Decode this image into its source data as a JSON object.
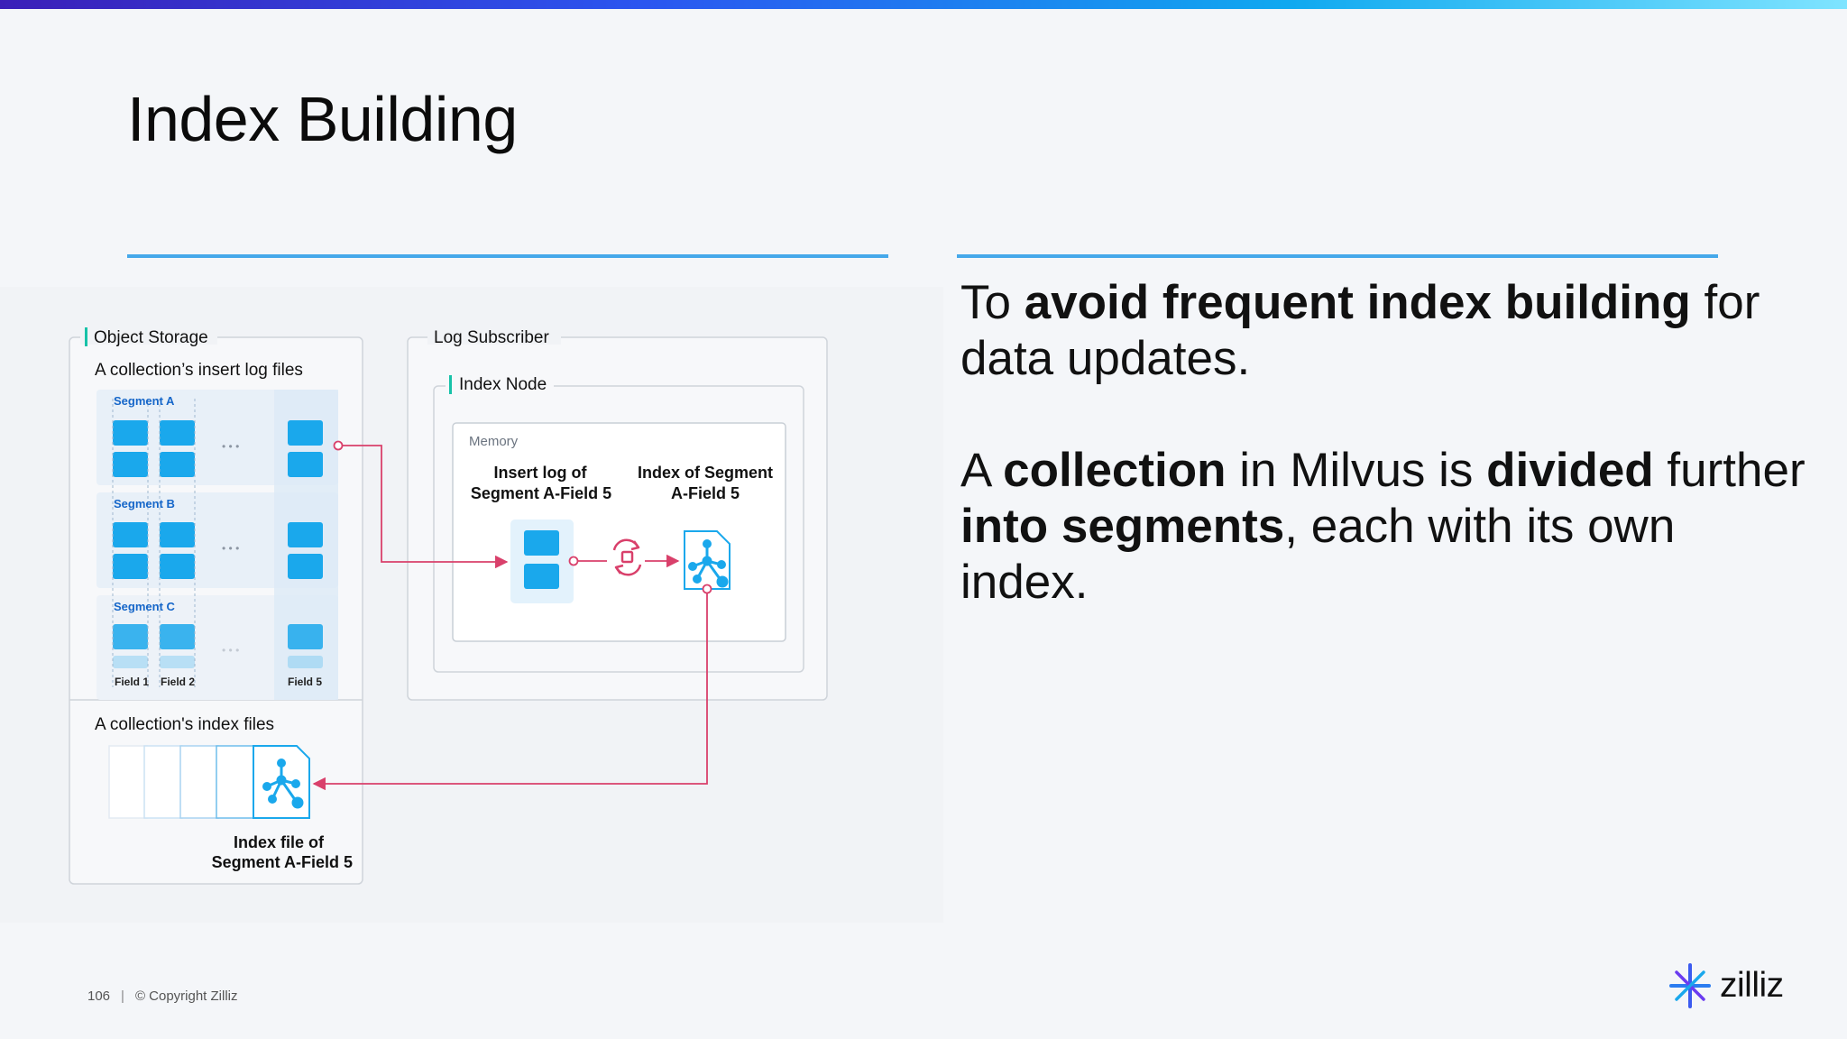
{
  "slide": {
    "title": "Index Building",
    "page_number": "106",
    "copyright": "© Copyright Zilliz",
    "brand": "zilliz"
  },
  "right_text": {
    "p1": {
      "a": "To ",
      "b": "avoid frequent index building",
      "c": " for data updates."
    },
    "p2": {
      "a": "A ",
      "b": "collection",
      "c": " in Milvus is ",
      "d": "divided",
      "e": " further ",
      "f": "into segments",
      "g": ", each with its own index."
    }
  },
  "diagram": {
    "object_storage": "Object Storage",
    "insert_logs_label": "A collection’s insert log files",
    "segments": [
      "Segment A",
      "Segment B",
      "Segment C"
    ],
    "fields": [
      "Field 1",
      "Field 2",
      "Field 5"
    ],
    "index_files_label": "A collection's index files",
    "index_file_caption_1": "Index file of",
    "index_file_caption_2": "Segment A-Field 5",
    "log_subscriber": "Log Subscriber",
    "index_node": "Index Node",
    "memory": "Memory",
    "insert_log_caption_1": "Insert log of",
    "insert_log_caption_2": "Segment A-Field 5",
    "index_segment_caption_1": "Index of Segment",
    "index_segment_caption_2": "A-Field 5",
    "ellipsis": "• • •"
  },
  "colors": {
    "accent_blue": "#45a8ea",
    "tile_blue": "#1aa8ec",
    "flow_red": "#d9406b",
    "label_teal": "#17c2a8",
    "segment_label_blue": "#1566c9"
  }
}
